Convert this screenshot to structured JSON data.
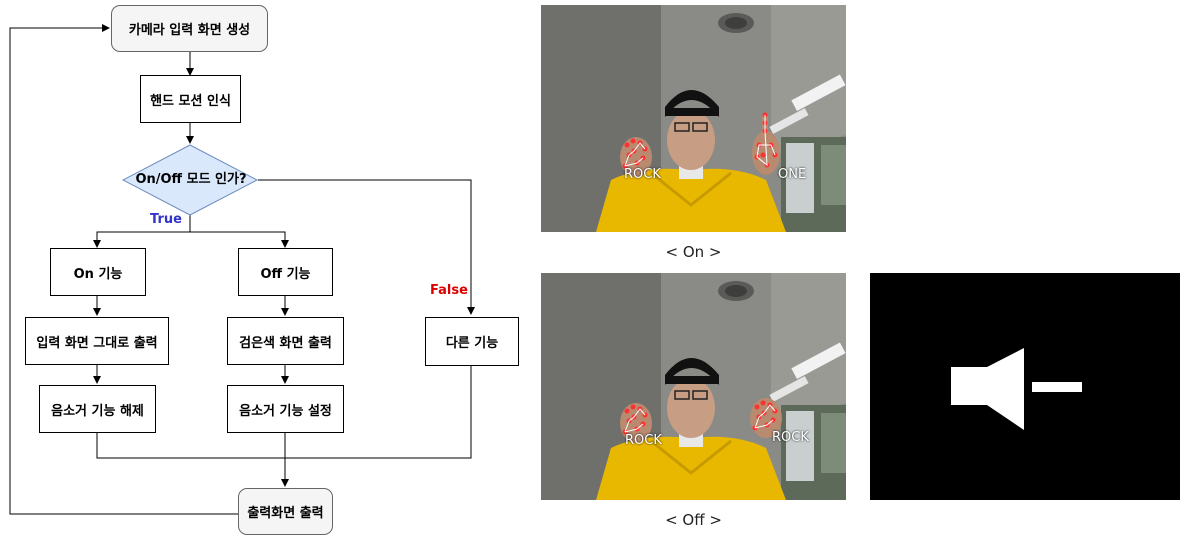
{
  "flowchart": {
    "start": "카메라 입력 화면 생성",
    "hand_motion": "핸드 모션 인식",
    "decision": "On/Off 모드 인가?",
    "true_label": "True",
    "false_label": "False",
    "on_func": "On 기능",
    "off_func": "Off 기능",
    "other_func": "다른 기능",
    "output_input": "입력 화면 그대로 출력",
    "output_black": "검은색 화면 출력",
    "mute_off": "음소거 기능 해제",
    "mute_on": "음소거 기능 설정",
    "end": "출력화면 출력"
  },
  "photos": {
    "on": {
      "left_label": "ROCK",
      "right_label": "ONE",
      "caption": "< On >"
    },
    "off": {
      "left_label": "ROCK",
      "right_label": "ROCK",
      "caption": "< Off >"
    }
  },
  "mute_icon": "speaker-muted-icon",
  "colors": {
    "true": "#3333cc",
    "false": "#dd0000",
    "decision_fill": "#dae8fc",
    "decision_stroke": "#6c8ebf",
    "jacket": "#e8b800"
  }
}
